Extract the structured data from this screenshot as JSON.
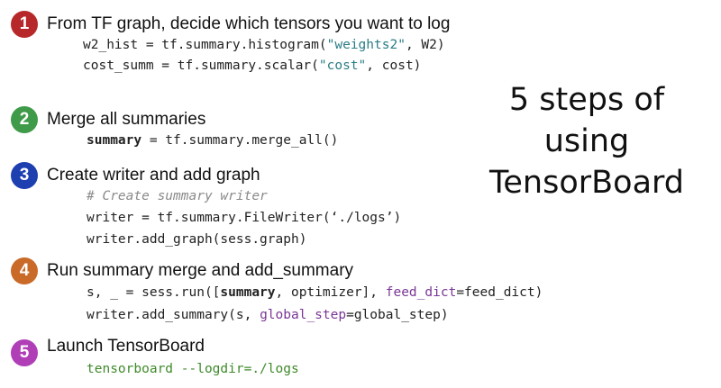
{
  "title": {
    "line1": "5 steps of using",
    "line2": "TensorBoard"
  },
  "colors": {
    "step1": "#b7282a",
    "step2": "#3f9a49",
    "step3": "#1e3fb0",
    "step4": "#c96a28",
    "step5": "#b03fb7"
  },
  "steps": [
    {
      "number": "1",
      "heading": "From TF graph, decide which tensors you want to log",
      "code": [
        {
          "a": "w2_hist = tf.summary.histogram(",
          "b": "\"weights2\"",
          "c": ", W2)"
        },
        {
          "a": "cost_summ = tf.summary.scalar(",
          "b": "\"cost\"",
          "c": ", cost)"
        }
      ]
    },
    {
      "number": "2",
      "heading": "Merge all summaries",
      "code": [
        {
          "a": "summary",
          "b": " = tf.summary.merge_all()"
        }
      ]
    },
    {
      "number": "3",
      "heading": "Create writer and add graph",
      "code": [
        {
          "a": "# Create summary writer"
        },
        {
          "a": "writer = tf.summary.FileWriter(",
          "b": "‘./logs’",
          "c": ")"
        },
        {
          "a": "writer.add_graph(sess.graph)"
        }
      ]
    },
    {
      "number": "4",
      "heading": "Run summary merge and add_summary",
      "code": [
        {
          "a": "s, _ = sess.run([",
          "b": "summary",
          "c": ", optimizer], ",
          "d": "feed_dict",
          "e": "=feed_dict)"
        },
        {
          "a": "writer.add_summary(s, ",
          "b": "global_step",
          "c": "=global_step)"
        }
      ]
    },
    {
      "number": "5",
      "heading": "Launch TensorBoard",
      "code": [
        {
          "a": "tensorboard --logdir=./logs"
        }
      ]
    }
  ]
}
